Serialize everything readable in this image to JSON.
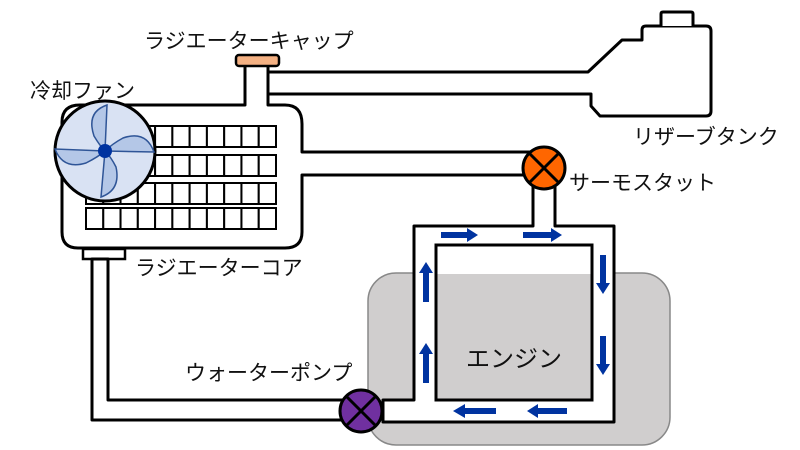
{
  "diagram": {
    "title": "Engine cooling system",
    "labels": {
      "radiator_cap": "ラジエーターキャップ",
      "cooling_fan": "冷却ファン",
      "reserve_tank": "リザーブタンク",
      "thermostat": "サーモスタット",
      "radiator_core": "ラジエーターコア",
      "water_pump": "ウォーターポンプ",
      "engine": "エンジン"
    },
    "colors": {
      "radiator_cap": "#F4B183",
      "thermostat": "#FF6600",
      "water_pump": "#7030A0",
      "fan_body": "#D9E2F3",
      "fan_blade": "#B4C7E7",
      "fan_hub": "#0033A0",
      "flow_arrow": "#0033A0",
      "engine_block": "#D0CECE"
    },
    "flow_direction": [
      "water_pump",
      "engine",
      "thermostat",
      "radiator_core",
      "water_pump"
    ]
  }
}
